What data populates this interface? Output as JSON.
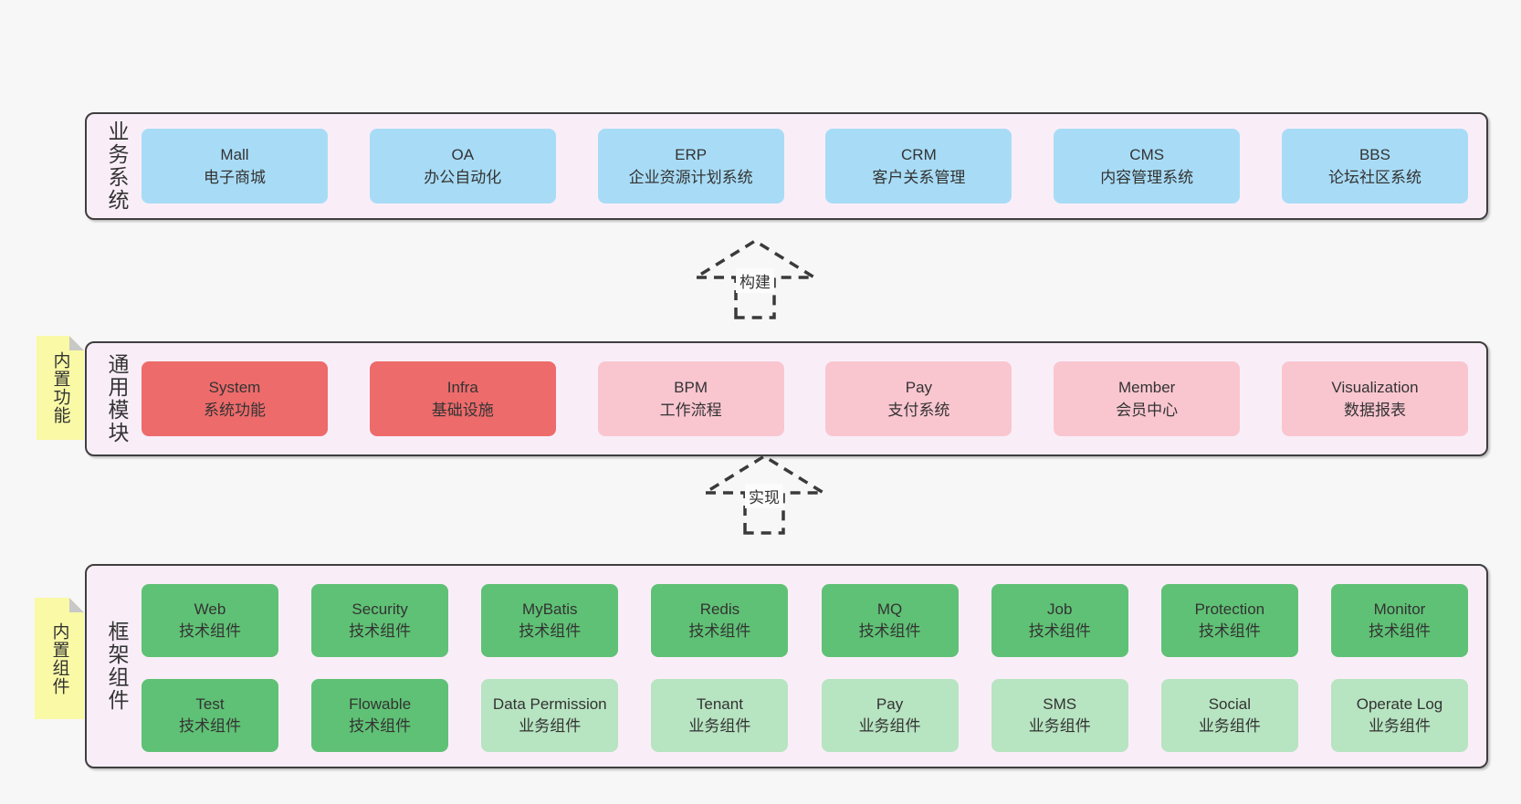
{
  "palette": {
    "blue": "#a8dcf6",
    "red": "#ee6b6b",
    "pink": "#f9c6d0",
    "green": "#5fc175",
    "greenLight": "#b7e4c1",
    "containerBg": "#f9eef8",
    "containerBorder": "#3f3f3f",
    "noteBg": "#f9f9a6",
    "noteFold": "#c8c8c8",
    "text": "#333333",
    "pageBg": "#f7f7f7"
  },
  "arrows": [
    {
      "label": "构建"
    },
    {
      "label": "实现"
    }
  ],
  "sections": [
    {
      "label": "业务系统",
      "boxes": [
        {
          "en": "Mall",
          "zh": "电子商城",
          "variant": "blue"
        },
        {
          "en": "OA",
          "zh": "办公自动化",
          "variant": "blue"
        },
        {
          "en": "ERP",
          "zh": "企业资源计划系统",
          "variant": "blue"
        },
        {
          "en": "CRM",
          "zh": "客户关系管理",
          "variant": "blue"
        },
        {
          "en": "CMS",
          "zh": "内容管理系统",
          "variant": "blue"
        },
        {
          "en": "BBS",
          "zh": "论坛社区系统",
          "variant": "blue"
        }
      ]
    },
    {
      "label": "通用模块",
      "side_note": "内置功能",
      "boxes": [
        {
          "en": "System",
          "zh": "系统功能",
          "variant": "red"
        },
        {
          "en": "Infra",
          "zh": "基础设施",
          "variant": "red"
        },
        {
          "en": "BPM",
          "zh": "工作流程",
          "variant": "pink"
        },
        {
          "en": "Pay",
          "zh": "支付系统",
          "variant": "pink"
        },
        {
          "en": "Member",
          "zh": "会员中心",
          "variant": "pink"
        },
        {
          "en": "Visualization",
          "zh": "数据报表",
          "variant": "pink"
        }
      ]
    },
    {
      "label": "框架组件",
      "side_note": "内置组件",
      "rows": [
        [
          {
            "en": "Web",
            "zh": "技术组件",
            "variant": "green"
          },
          {
            "en": "Security",
            "zh": "技术组件",
            "variant": "green"
          },
          {
            "en": "MyBatis",
            "zh": "技术组件",
            "variant": "green"
          },
          {
            "en": "Redis",
            "zh": "技术组件",
            "variant": "green"
          },
          {
            "en": "MQ",
            "zh": "技术组件",
            "variant": "green"
          },
          {
            "en": "Job",
            "zh": "技术组件",
            "variant": "green"
          },
          {
            "en": "Protection",
            "zh": "技术组件",
            "variant": "green"
          },
          {
            "en": "Monitor",
            "zh": "技术组件",
            "variant": "green"
          }
        ],
        [
          {
            "en": "Test",
            "zh": "技术组件",
            "variant": "green"
          },
          {
            "en": "Flowable",
            "zh": "技术组件",
            "variant": "green"
          },
          {
            "en": "Data Permission",
            "zh": "业务组件",
            "variant": "greenLight"
          },
          {
            "en": "Tenant",
            "zh": "业务组件",
            "variant": "greenLight"
          },
          {
            "en": "Pay",
            "zh": "业务组件",
            "variant": "greenLight"
          },
          {
            "en": "SMS",
            "zh": "业务组件",
            "variant": "greenLight"
          },
          {
            "en": "Social",
            "zh": "业务组件",
            "variant": "greenLight"
          },
          {
            "en": "Operate Log",
            "zh": "业务组件",
            "variant": "greenLight"
          }
        ]
      ]
    }
  ]
}
